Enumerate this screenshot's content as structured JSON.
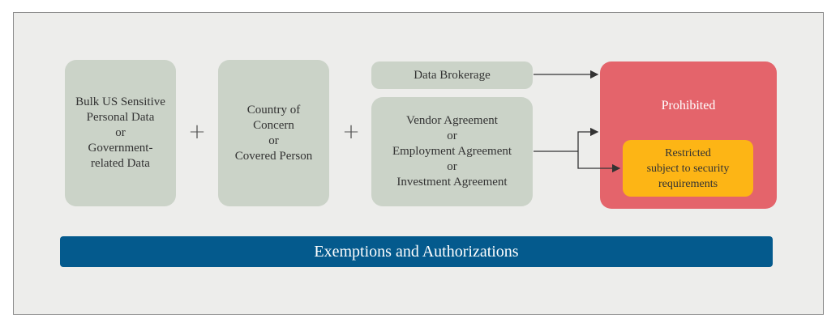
{
  "inputs": {
    "data_box": "Bulk US Sensitive\nPersonal Data\nor\nGovernment-\nrelated Data",
    "country_box": "Country of\nConcern\nor\nCovered Person",
    "brokerage_box": "Data Brokerage",
    "agreements_box": "Vendor Agreement\nor\nEmployment Agreement\nor\nInvestment Agreement"
  },
  "operators": {
    "plus_1": "+",
    "plus_2": "+"
  },
  "outcomes": {
    "prohibited": "Prohibited",
    "restricted": "Restricted\nsubject to security\nrequirements"
  },
  "banner": {
    "label": "Exemptions and Authorizations"
  },
  "colors": {
    "input_box": "#cbd3c8",
    "prohibited": "#e4646b",
    "restricted": "#fdb515",
    "banner": "#045a8d",
    "background": "#ededeb"
  }
}
